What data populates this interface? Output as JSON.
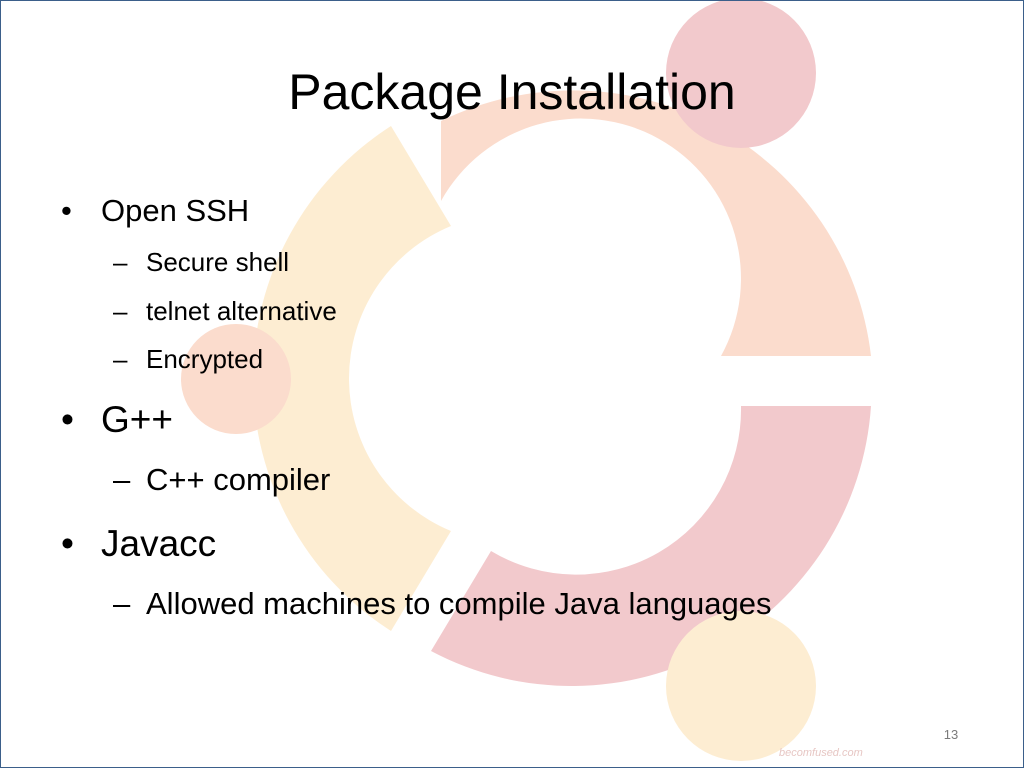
{
  "slide": {
    "title": "Package Installation",
    "bullets": [
      {
        "text": "Open SSH",
        "subs": [
          "Secure shell",
          "telnet alternative",
          "Encrypted"
        ]
      },
      {
        "text": "G++",
        "subs": [
          "C++ compiler"
        ]
      },
      {
        "text": "Javacc",
        "subs": [
          "Allowed machines to compile Java languages"
        ]
      }
    ],
    "bullet_glyph": "•",
    "dash_glyph": "–",
    "page_number": "13",
    "watermark": "becomfused.com"
  },
  "colors": {
    "frame": "#3b5f8a",
    "logo_red": "#f2c9cc",
    "logo_orange": "#fbdccd",
    "logo_yellow": "#fdedd2"
  },
  "background_logo": "ubuntu-circle-of-friends"
}
